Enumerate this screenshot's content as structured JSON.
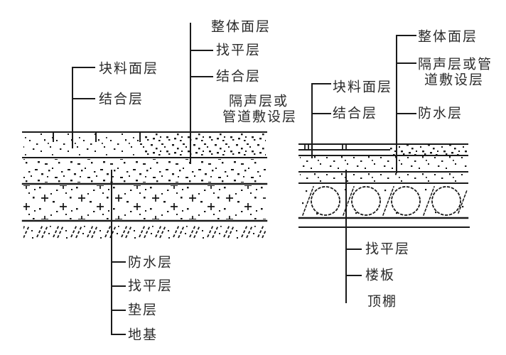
{
  "colors": {
    "line": "#1a1a1a",
    "texture": "#151515",
    "text": "#2b2b2b",
    "background": "#ffffff"
  },
  "left_diagram": {
    "upper_left_labels": [
      "块料面层",
      "结合层"
    ],
    "upper_right_labels": [
      "整体面层",
      "找平层",
      "结合层",
      "隔声层或",
      "管道敷设层"
    ],
    "bottom_labels": [
      "防水层",
      "找平层",
      "垫层",
      "地基"
    ]
  },
  "right_diagram": {
    "upper_left_labels": [
      "块料面层",
      "结合层"
    ],
    "upper_right_labels": [
      "整体面层",
      "隔声层或管",
      "道敷设层",
      "防水层"
    ],
    "bottom_labels": [
      "找平层",
      "楼板",
      "顶棚"
    ]
  }
}
